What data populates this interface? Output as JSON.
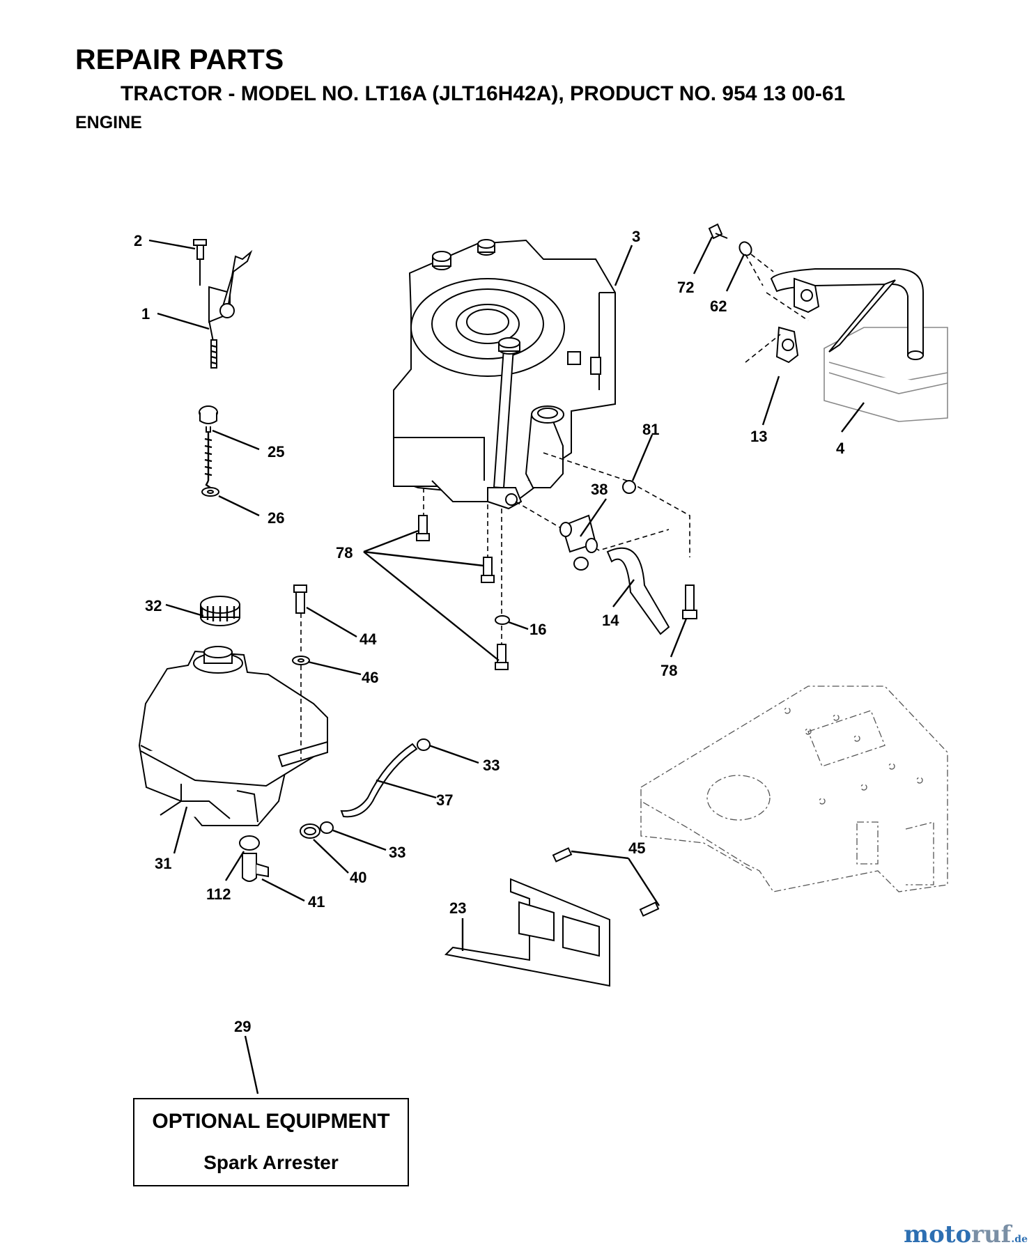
{
  "header": {
    "title": "REPAIR PARTS",
    "subtitle": "TRACTOR - MODEL NO. LT16A (JLT16H42A), PRODUCT NO. 954 13 00-61",
    "section": "ENGINE"
  },
  "callouts": [
    {
      "id": "c2",
      "label": "2"
    },
    {
      "id": "c1",
      "label": "1"
    },
    {
      "id": "c25",
      "label": "25"
    },
    {
      "id": "c26",
      "label": "26"
    },
    {
      "id": "c3",
      "label": "3"
    },
    {
      "id": "c72",
      "label": "72"
    },
    {
      "id": "c62",
      "label": "62"
    },
    {
      "id": "c13",
      "label": "13"
    },
    {
      "id": "c4",
      "label": "4"
    },
    {
      "id": "c81",
      "label": "81"
    },
    {
      "id": "c38",
      "label": "38"
    },
    {
      "id": "c78a",
      "label": "78"
    },
    {
      "id": "c16",
      "label": "16"
    },
    {
      "id": "c14",
      "label": "14"
    },
    {
      "id": "c78b",
      "label": "78"
    },
    {
      "id": "c32",
      "label": "32"
    },
    {
      "id": "c44",
      "label": "44"
    },
    {
      "id": "c46",
      "label": "46"
    },
    {
      "id": "c33a",
      "label": "33"
    },
    {
      "id": "c37",
      "label": "37"
    },
    {
      "id": "c33b",
      "label": "33"
    },
    {
      "id": "c40",
      "label": "40"
    },
    {
      "id": "c31",
      "label": "31"
    },
    {
      "id": "c112",
      "label": "112"
    },
    {
      "id": "c41",
      "label": "41"
    },
    {
      "id": "c45",
      "label": "45"
    },
    {
      "id": "c23",
      "label": "23"
    },
    {
      "id": "c29",
      "label": "29"
    }
  ],
  "optional_box": {
    "title": "OPTIONAL EQUIPMENT",
    "item": "Spark Arrester"
  },
  "watermark": {
    "brand_a": "moto",
    "brand_b": "ruf",
    "suffix": ".de",
    "colors": {
      "primary": "#2d6fb2",
      "secondary": "#7a8fa5"
    }
  }
}
